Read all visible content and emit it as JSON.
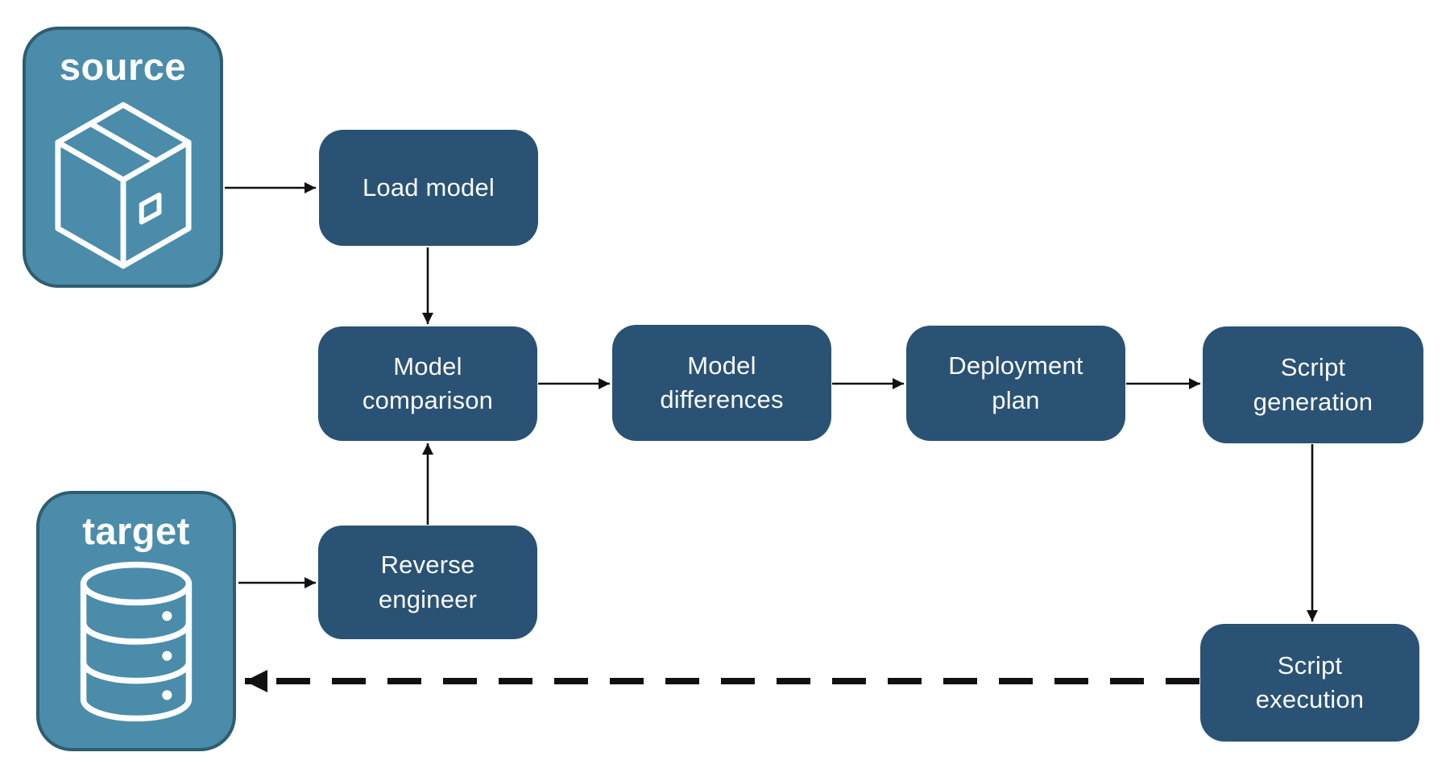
{
  "diagram": {
    "title": "model deployment pipeline flowchart",
    "colors": {
      "background": "#ffffff",
      "node_fill": "#2A5274",
      "node_text": "#fafbfc",
      "endpoint_fill": "#4A8CAA",
      "endpoint_border": "#2D5D6F",
      "endpoint_text": "#ffffff",
      "arrow": "#111111"
    },
    "endpoints": [
      {
        "id": "source",
        "label": "source",
        "icon": "package-icon"
      },
      {
        "id": "target",
        "label": "target",
        "icon": "database-icon"
      }
    ],
    "nodes": [
      {
        "id": "load-model",
        "label": "Load model"
      },
      {
        "id": "model-comparison",
        "label": "Model comparison"
      },
      {
        "id": "model-differences",
        "label": "Model differences"
      },
      {
        "id": "deployment-plan",
        "label": "Deployment plan"
      },
      {
        "id": "script-generation",
        "label": "Script generation"
      },
      {
        "id": "reverse-engineer",
        "label": "Reverse engineer"
      },
      {
        "id": "script-execution",
        "label": "Script execution"
      }
    ],
    "edges": [
      {
        "from": "source",
        "to": "load-model",
        "style": "solid"
      },
      {
        "from": "load-model",
        "to": "model-comparison",
        "style": "solid"
      },
      {
        "from": "model-comparison",
        "to": "model-differences",
        "style": "solid"
      },
      {
        "from": "model-differences",
        "to": "deployment-plan",
        "style": "solid"
      },
      {
        "from": "deployment-plan",
        "to": "script-generation",
        "style": "solid"
      },
      {
        "from": "script-generation",
        "to": "script-execution",
        "style": "solid"
      },
      {
        "from": "target",
        "to": "reverse-engineer",
        "style": "solid"
      },
      {
        "from": "reverse-engineer",
        "to": "model-comparison",
        "style": "solid"
      },
      {
        "from": "script-execution",
        "to": "target",
        "style": "dashed"
      }
    ]
  }
}
